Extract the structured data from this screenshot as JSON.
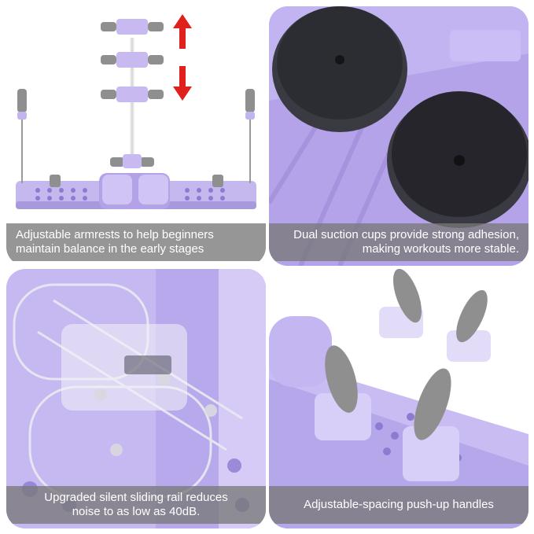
{
  "panels": [
    {
      "lines": [
        "Adjustable armrests to help beginners",
        "maintain balance in the early stages"
      ]
    },
    {
      "lines": [
        "Dual suction cups provide strong adhesion,",
        "making workouts more stable."
      ]
    },
    {
      "lines": [
        "Upgraded silent sliding rail reduces",
        "noise to as low as 40dB."
      ]
    },
    {
      "lines": [
        "Adjustable-spacing push-up handles"
      ]
    }
  ],
  "colors": {
    "lavender": "#b8a9e6",
    "lavender_dark": "#9a88d6",
    "arrow_red": "#e0201c",
    "grip_gray": "#8f8f8f",
    "suction_black": "#2a2a30"
  },
  "icons": [
    "up-arrow-icon",
    "down-arrow-icon"
  ]
}
